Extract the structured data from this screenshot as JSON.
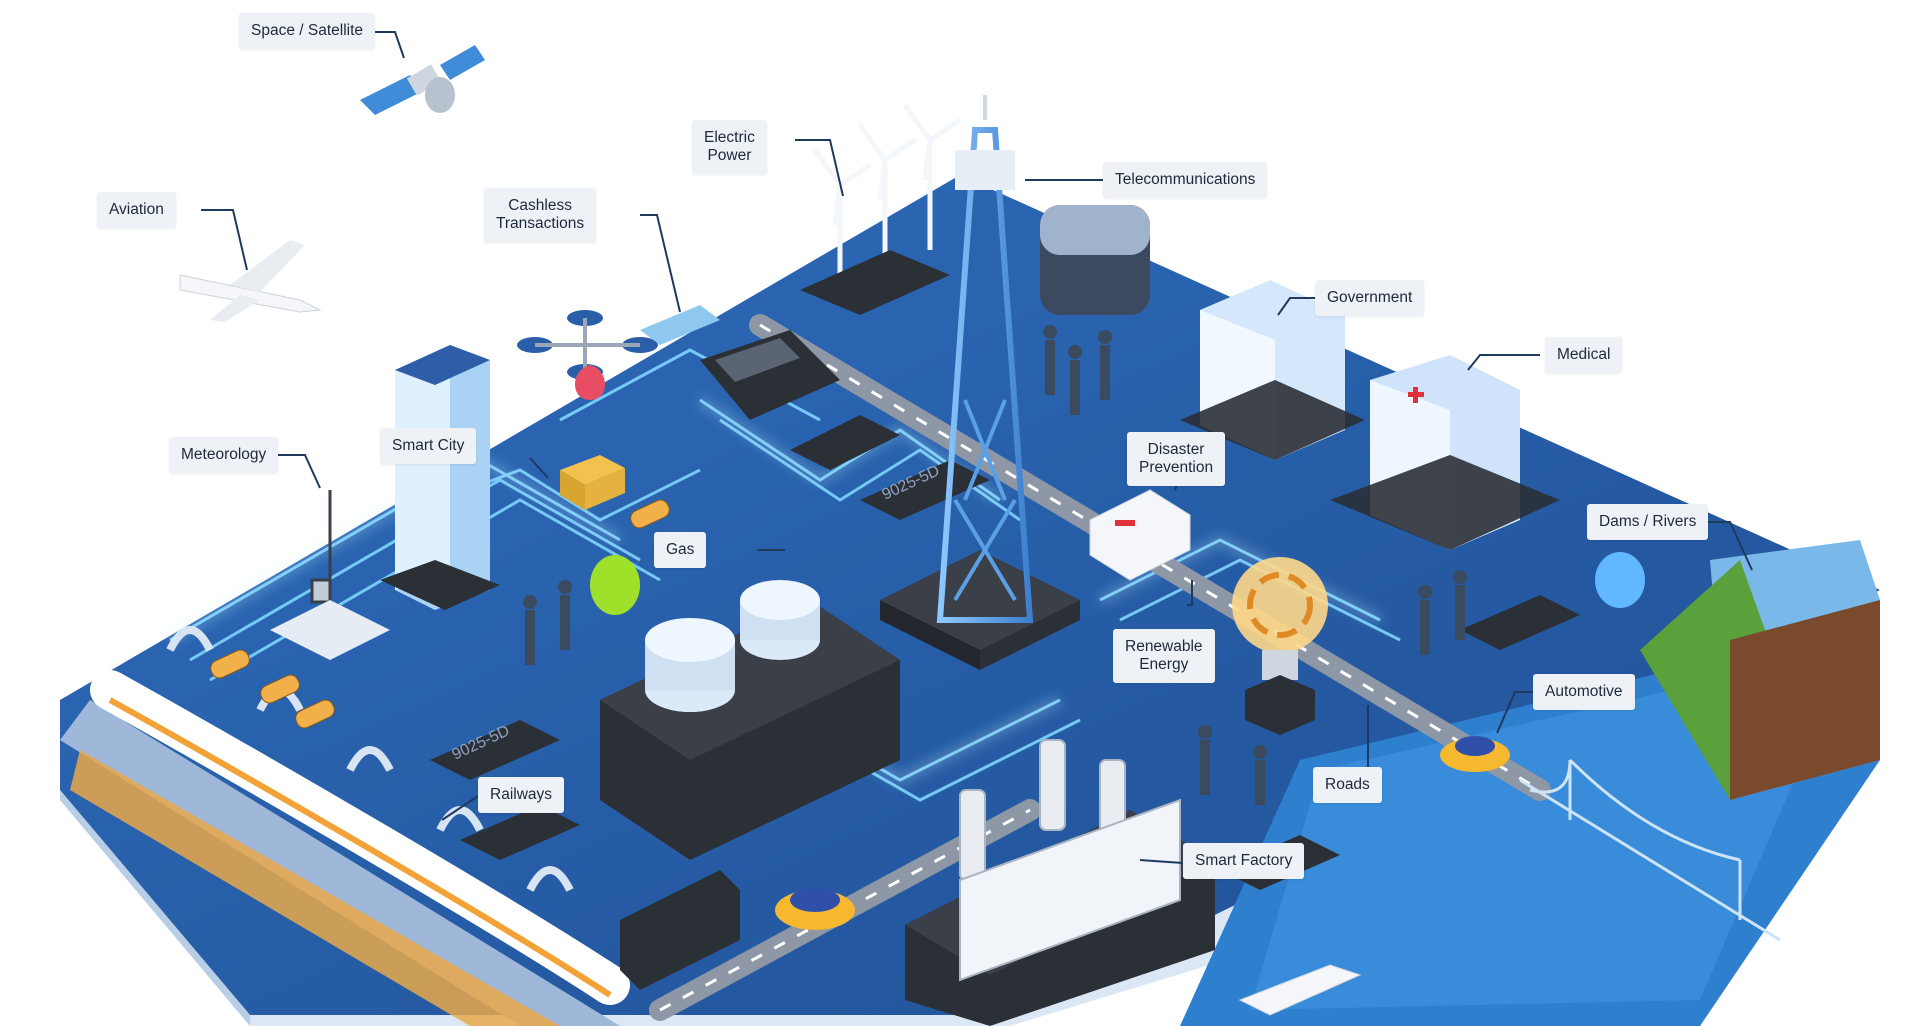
{
  "labels": {
    "space": "Space / Satellite",
    "electric_1": "Electric",
    "electric_2": "Power",
    "telecom": "Telecommunications",
    "aviation": "Aviation",
    "cashless_1": "Cashless",
    "cashless_2": "Transactions",
    "government": "Government",
    "medical": "Medical",
    "meteorology": "Meteorology",
    "smart_city": "Smart City",
    "disaster_1": "Disaster",
    "disaster_2": "Prevention",
    "dams": "Dams / Rivers",
    "gas": "Gas",
    "renewable_1": "Renewable",
    "renewable_2": "Energy",
    "automotive": "Automotive",
    "roads": "Roads",
    "railways": "Railways",
    "smart_factory": "Smart Factory"
  },
  "chip_markings": [
    "9025-5D",
    "9025-5D"
  ],
  "colors": {
    "board": "#2a5fa8",
    "board_edge": "#c9dcf2",
    "trace": "#7fd4ff",
    "road": "#8e97a6",
    "chip": "#2b2f36",
    "label_bg": "#eef1f6",
    "leader": "#1e3a5f"
  }
}
